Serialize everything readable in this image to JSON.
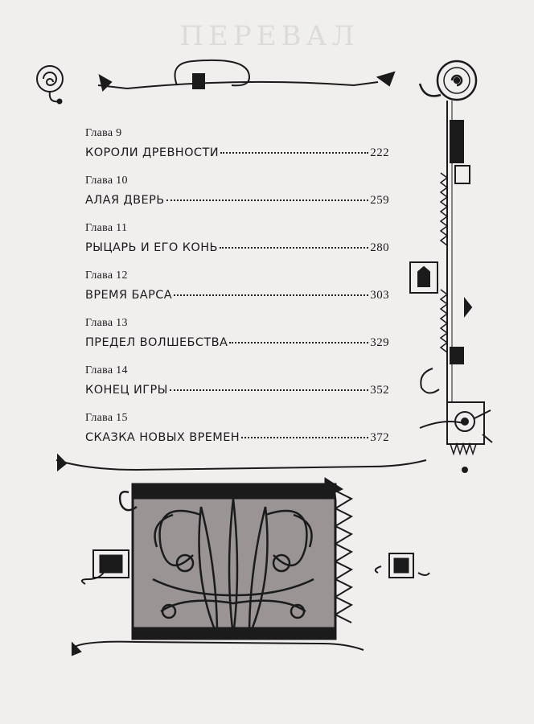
{
  "header": {
    "faint_title": "ПЕРЕВАЛ"
  },
  "toc": {
    "entries": [
      {
        "chapter": "Глава 9",
        "title": "КОРОЛИ ДРЕВНОСТИ",
        "page": "222"
      },
      {
        "chapter": "Глава 10",
        "title": "АЛАЯ ДВЕРЬ",
        "page": "259"
      },
      {
        "chapter": "Глава 11",
        "title": "РЫЦАРЬ И ЕГО КОНЬ",
        "page": "280"
      },
      {
        "chapter": "Глава 12",
        "title": "ВРЕМЯ БАРСА",
        "page": "303"
      },
      {
        "chapter": "Глава 13",
        "title": "ПРЕДЕЛ ВОЛШЕБСТВА",
        "page": "329"
      },
      {
        "chapter": "Глава 14",
        "title": "КОНЕЦ ИГРЫ",
        "page": "352"
      },
      {
        "chapter": "Глава 15",
        "title": "СКАЗКА НОВЫХ ВРЕМЕН",
        "page": "372"
      }
    ]
  },
  "colors": {
    "ink": "#1b1b1b",
    "paper": "#f1eeee"
  },
  "icons": [
    "spiral-ornament-icon",
    "celtic-knot-illustration",
    "border-ornament"
  ]
}
